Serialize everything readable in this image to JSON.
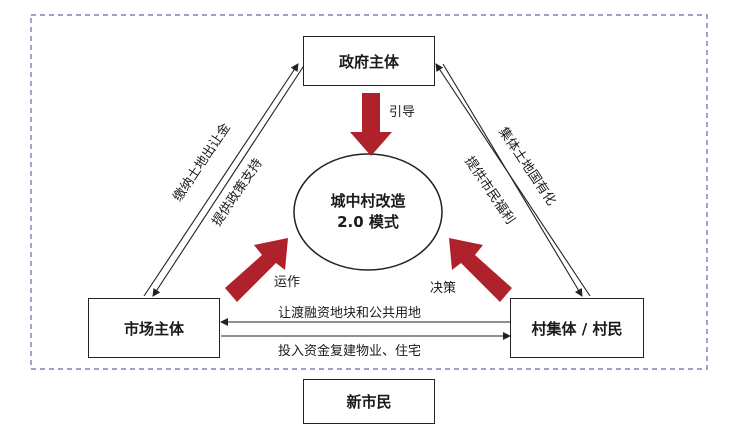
{
  "nodes": {
    "government": "政府主体",
    "market": "市场主体",
    "village": "村集体 / 村民",
    "new_citizens": "新市民"
  },
  "center": {
    "line1": "城中村改造",
    "line2": "2.0 模式"
  },
  "arrow_labels": {
    "guide": "引导",
    "operate": "运作",
    "decide": "决策"
  },
  "edge_labels": {
    "market_to_gov": "缴纳土地出让金",
    "gov_to_market": "提供政策支持",
    "village_to_gov": "集体土地国有化",
    "gov_to_village": "提供市民福利",
    "village_to_market": "让渡融资地块和公共用地",
    "market_to_village": "投入资金复建物业、住宅"
  },
  "colors": {
    "accent_arrow": "#b0222b",
    "frame_dash": "#5a6f9e",
    "line": "#222222"
  }
}
